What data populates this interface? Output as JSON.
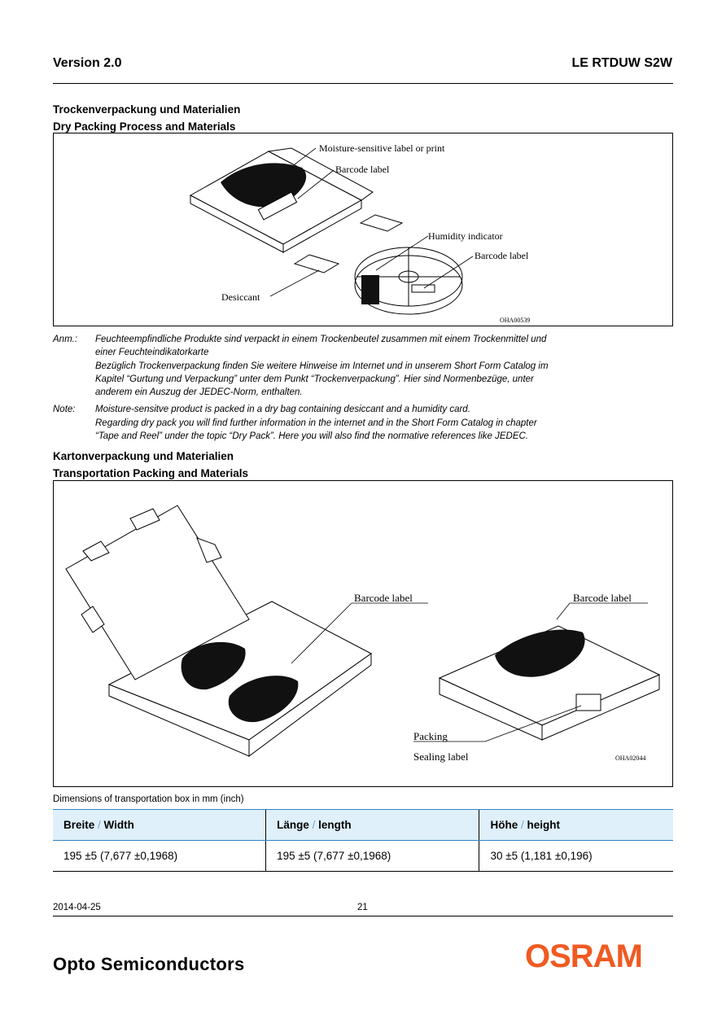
{
  "header": {
    "version": "Version 2.0",
    "product": "LE RTDUW S2W"
  },
  "dry_pack": {
    "title_de": "Trockenverpackung und Materialien",
    "title_en": "Dry Packing Process and Materials",
    "labels": {
      "moisture": "Moisture-sensitive label or print",
      "barcode_bag": "Barcode label",
      "humidity": "Humidity indicator",
      "barcode_reel": "Barcode label",
      "desiccant": "Desiccant",
      "figure_id": "OHA00539"
    }
  },
  "notes": {
    "anm_label": "Anm.:",
    "anm_lines": [
      "Feuchteempfindliche Produkte sind verpackt in einem Trockenbeutel zusammen mit einem Trockenmittel und",
      "einer Feuchteindikatorkarte",
      "Bezüglich Trockenverpackung finden Sie weitere Hinweise im Internet und in unserem Short Form Catalog im",
      "Kapitel “Gurtung und Verpackung” unter dem Punkt “Trockenverpackung”. Hier sind Normenbezüge, unter",
      "anderem ein Auszug der JEDEC-Norm, enthalten."
    ],
    "note_label": "Note:",
    "note_lines": [
      "Moisture-sensitve product is packed in a dry bag containing desiccant and a humidity card.",
      "Regarding dry pack you will find further information in the internet and in the Short Form Catalog in chapter",
      "“Tape and Reel” under the topic “Dry Pack”. Here you will also find the normative references like JEDEC."
    ]
  },
  "transport": {
    "title_de": "Kartonverpackung und Materialien",
    "title_en": "Transportation Packing and Materials",
    "labels": {
      "barcode_open": "Barcode label",
      "barcode_closed": "Barcode label",
      "packing": "Packing",
      "sealing": "Sealing label",
      "figure_id": "OHA02044"
    }
  },
  "dimensions": {
    "caption": "Dimensions of transportation box in mm (inch)",
    "headers": [
      {
        "de": "Breite",
        "sep": " / ",
        "en": "Width"
      },
      {
        "de": "Länge",
        "sep": " / ",
        "en": "length"
      },
      {
        "de": "Höhe",
        "sep": " / ",
        "en": "height"
      }
    ],
    "values": [
      "195 ±5 (7,677 ±0,1968)",
      "195 ±5 (7,677 ±0,1968)",
      "30 ±5 (1,181 ±0,196)"
    ]
  },
  "footer": {
    "date": "2014-04-25",
    "page": "21",
    "division": "Opto Semiconductors",
    "logo": "OSRAM"
  }
}
